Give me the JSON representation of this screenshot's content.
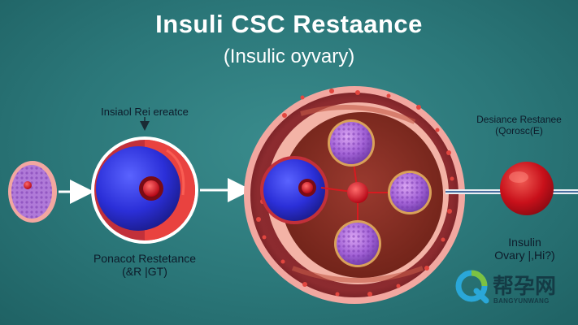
{
  "title": "Insuli CSC Restaance",
  "subtitle": "(Insulic oyvary)",
  "labels": {
    "top_center": "Insiaol Rei ereatce",
    "bottom_left_line1": "Ponacot Restetance",
    "bottom_left_line2": "(&R |GT)",
    "top_right_line1": "Desiance Restanee",
    "top_right_line2": "(Qorosc(E)",
    "bottom_right_line1": "Insulin",
    "bottom_right_line2": "Ovary |,Hi?)"
  },
  "watermark": {
    "name": "帮孕网",
    "sub": "BANGYUNWANG"
  },
  "colors": {
    "background": "#2b7779",
    "nucleus_blue": "#2b2fd8",
    "follicle_purple": "#a262d6",
    "tissue_red": "#c2303a",
    "cell_pink": "#f2a7a0"
  }
}
